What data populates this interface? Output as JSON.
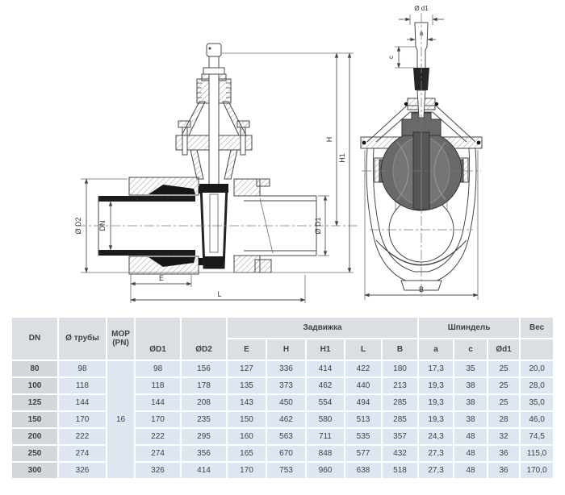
{
  "drawing": {
    "front_view": {
      "d2": "Ø D2",
      "dn": "DN",
      "h": "H",
      "h1": "H1",
      "d1": "Ø D1",
      "e": "E",
      "l": "L"
    },
    "side_view": {
      "d1": "Ø d1",
      "a": "a",
      "c": "c",
      "b": "B"
    }
  },
  "table": {
    "header": {
      "dn": "DN",
      "pipe": "Ø трубы",
      "mop": "MOP (PN)",
      "d1": "ØD1",
      "d2": "ØD2",
      "group_valve": "Задвижка",
      "group_spindle": "Шпиндель",
      "weight": "Вес",
      "sub": [
        "E",
        "H",
        "H1",
        "L",
        "B",
        "a",
        "c",
        "Ød1"
      ]
    },
    "mop_value": "16",
    "rows": [
      [
        "80",
        "98",
        "98",
        "156",
        "127",
        "336",
        "414",
        "422",
        "180",
        "17,3",
        "35",
        "25",
        "20,0"
      ],
      [
        "100",
        "118",
        "118",
        "178",
        "135",
        "373",
        "462",
        "440",
        "213",
        "19,3",
        "38",
        "25",
        "28,0"
      ],
      [
        "125",
        "144",
        "144",
        "208",
        "143",
        "450",
        "554",
        "494",
        "285",
        "19,3",
        "38",
        "25",
        "35,0"
      ],
      [
        "150",
        "170",
        "170",
        "235",
        "150",
        "462",
        "580",
        "513",
        "285",
        "19,3",
        "38",
        "28",
        "46,0"
      ],
      [
        "200",
        "222",
        "222",
        "295",
        "160",
        "563",
        "711",
        "535",
        "357",
        "24,3",
        "48",
        "32",
        "74,5"
      ],
      [
        "250",
        "274",
        "274",
        "356",
        "165",
        "670",
        "848",
        "577",
        "432",
        "27,3",
        "48",
        "36",
        "115,0"
      ],
      [
        "300",
        "326",
        "326",
        "414",
        "170",
        "753",
        "960",
        "638",
        "518",
        "27,3",
        "48",
        "36",
        "170,0"
      ]
    ]
  },
  "colors": {
    "header_bg": "#dbdfe3",
    "dn_col_bg": "#d3d6da",
    "cell_bg": "#dde6f1",
    "text": "#3d434b"
  }
}
